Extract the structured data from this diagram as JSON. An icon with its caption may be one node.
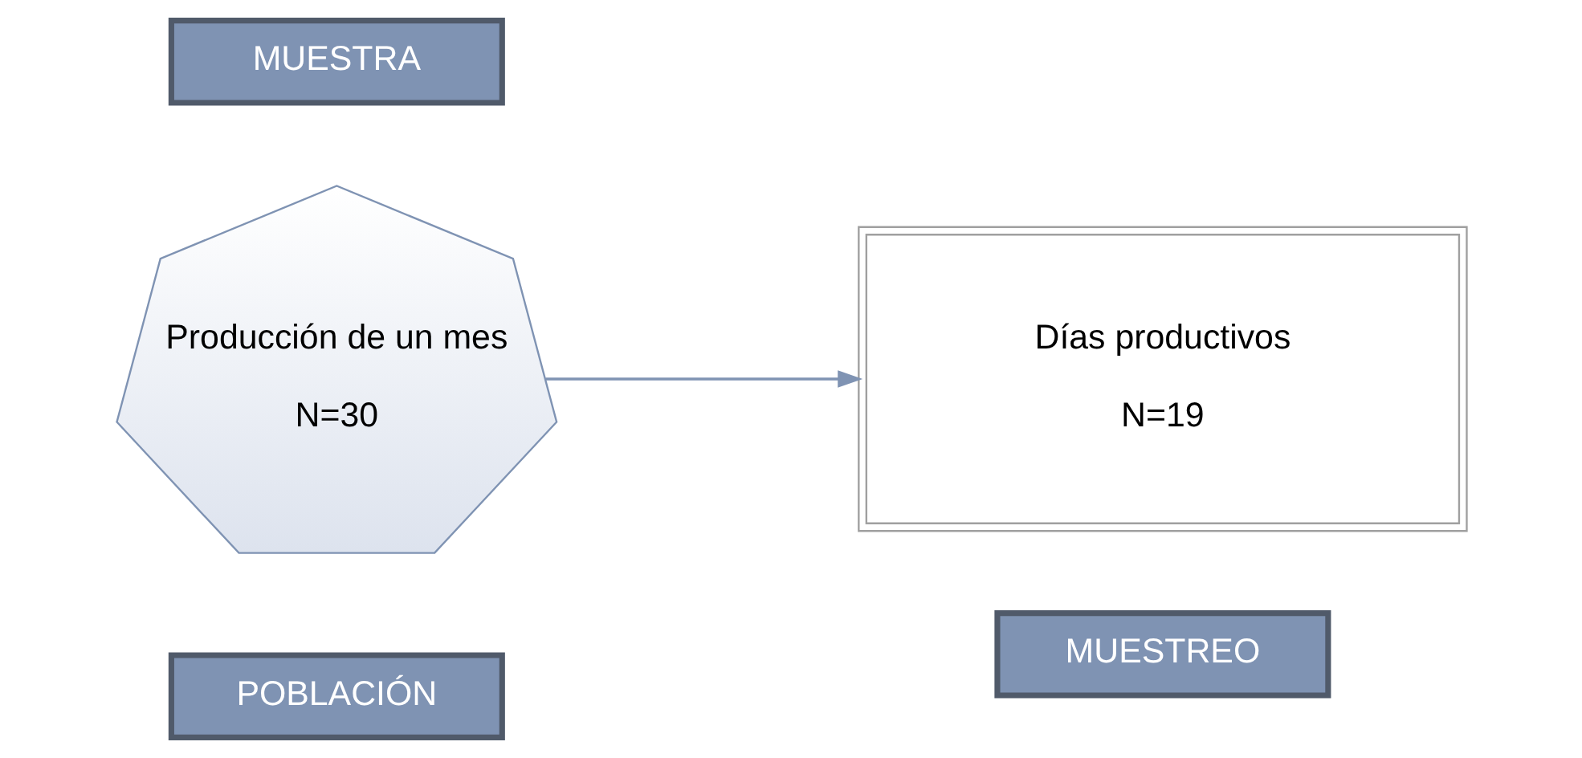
{
  "diagram": {
    "nodes": [
      {
        "text": [
          "POBLACIÓN"
        ]
      },
      {
        "text": [
          "MUESTREO"
        ]
      },
      {
        "text": [
          "Producción de un mes",
          "N=30"
        ]
      },
      {
        "text": [
          "Días productivos",
          "N=19"
        ]
      },
      {
        "text": [
          "MUESTRA"
        ]
      }
    ],
    "edges": [
      {
        "from": 2,
        "to": 3,
        "arrow": "to"
      }
    ]
  }
}
